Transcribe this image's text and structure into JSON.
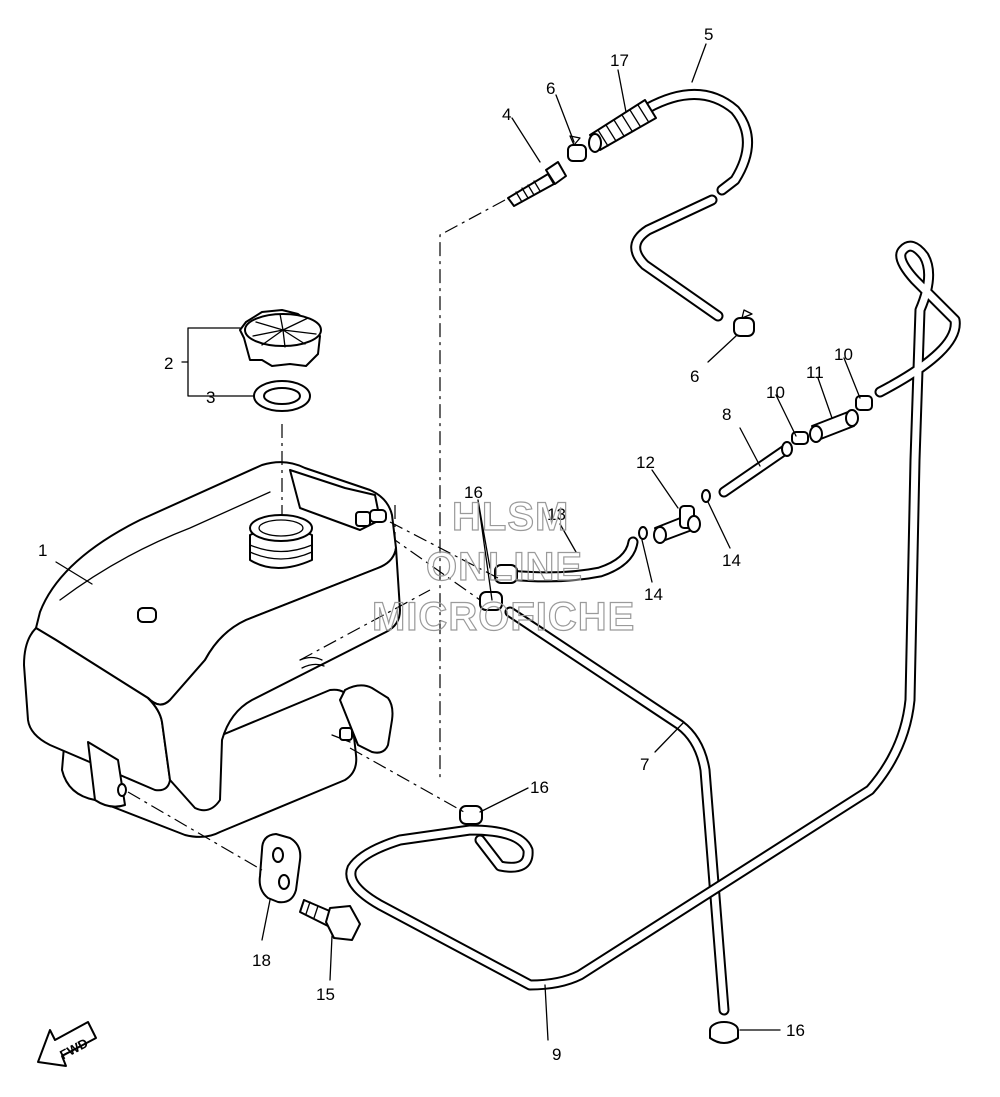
{
  "callouts": [
    {
      "id": "c1",
      "text": "1"
    },
    {
      "id": "c2",
      "text": "2"
    },
    {
      "id": "c3",
      "text": "3"
    },
    {
      "id": "c4",
      "text": "4"
    },
    {
      "id": "c5",
      "text": "5"
    },
    {
      "id": "c6a",
      "text": "6"
    },
    {
      "id": "c6b",
      "text": "6"
    },
    {
      "id": "c7",
      "text": "7"
    },
    {
      "id": "c8",
      "text": "8"
    },
    {
      "id": "c9",
      "text": "9"
    },
    {
      "id": "c10a",
      "text": "10"
    },
    {
      "id": "c10b",
      "text": "10"
    },
    {
      "id": "c11",
      "text": "11"
    },
    {
      "id": "c12",
      "text": "12"
    },
    {
      "id": "c13",
      "text": "13"
    },
    {
      "id": "c14a",
      "text": "14"
    },
    {
      "id": "c14b",
      "text": "14"
    },
    {
      "id": "c15",
      "text": "15"
    },
    {
      "id": "c16a",
      "text": "16"
    },
    {
      "id": "c16b",
      "text": "16"
    },
    {
      "id": "c16c",
      "text": "16"
    },
    {
      "id": "c17",
      "text": "17"
    },
    {
      "id": "c18",
      "text": "18"
    }
  ],
  "watermark": {
    "line1": "HLSM",
    "line2": "ONLINE",
    "line3": "MICROFICHE"
  },
  "fwd_arrow": {
    "label": "FWD",
    "icon": "fwd-arrow-icon"
  }
}
